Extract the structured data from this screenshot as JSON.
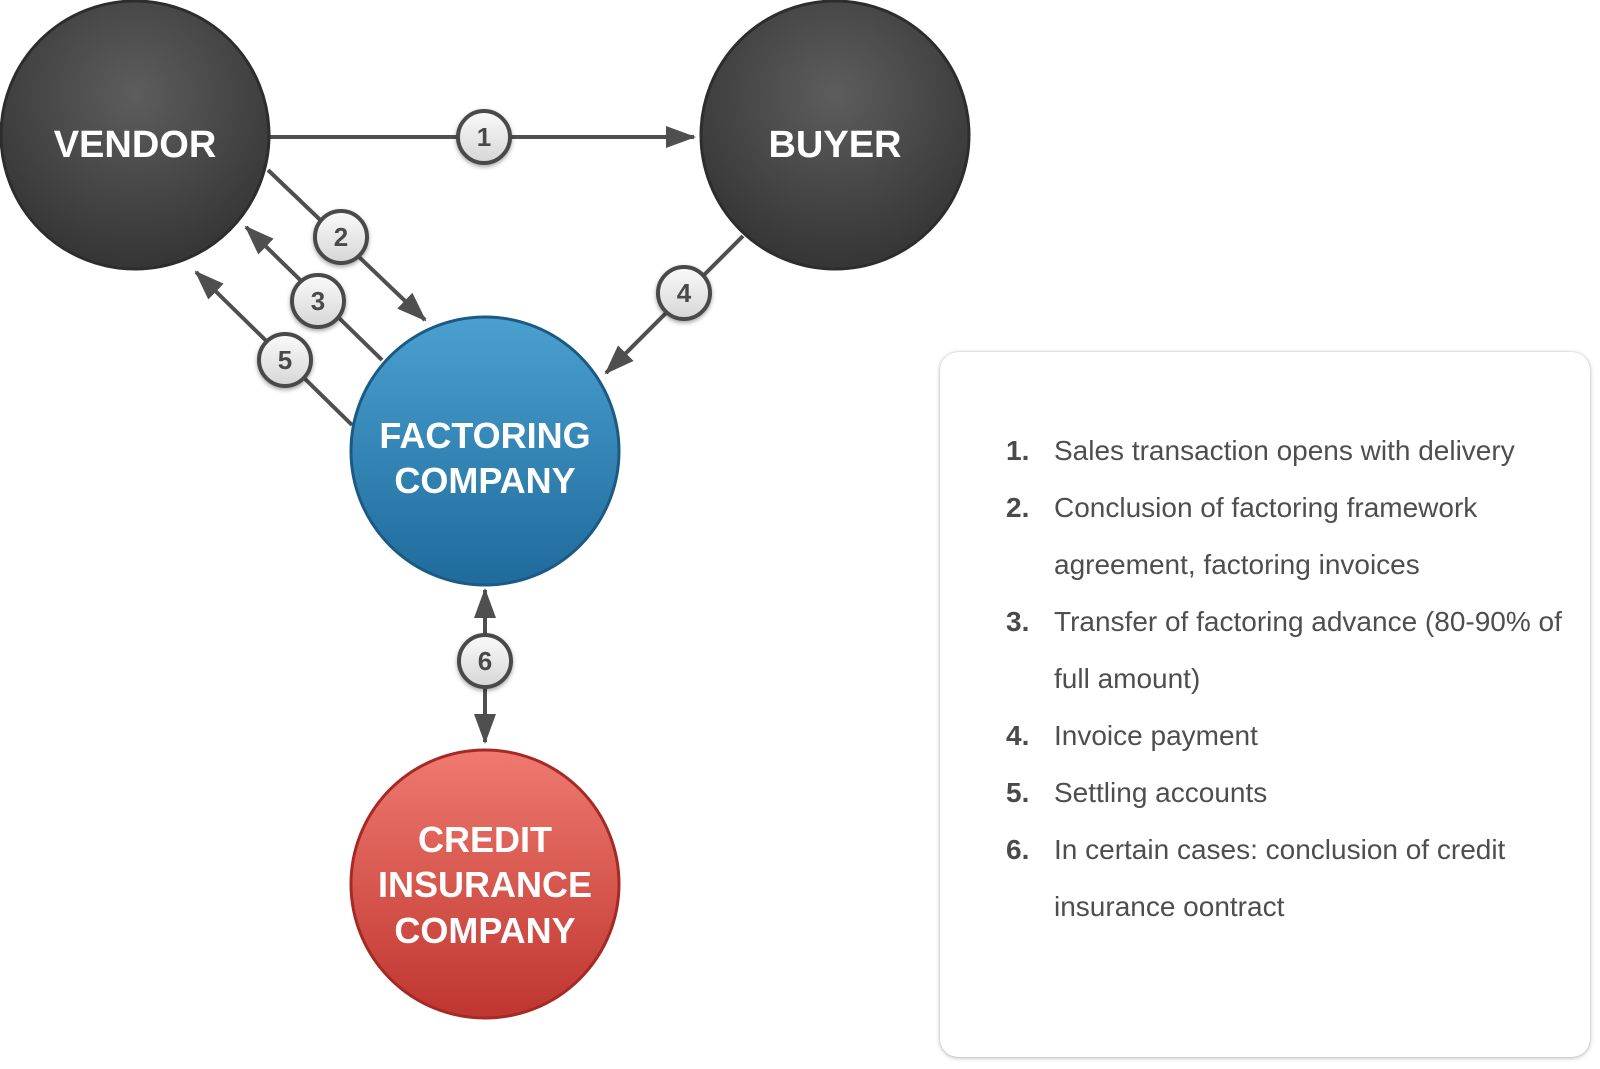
{
  "nodes": {
    "vendor": {
      "lines": [
        "VENDOR"
      ],
      "color": "#444444"
    },
    "buyer": {
      "lines": [
        "BUYER"
      ],
      "color": "#444444"
    },
    "factoring": {
      "lines": [
        "FACTORING",
        "COMPANY"
      ],
      "color": "#2f82b5"
    },
    "insurance": {
      "lines": [
        "CREDIT",
        "INSURANCE",
        "COMPANY"
      ],
      "color": "#d24c44"
    }
  },
  "arrows": [
    {
      "id": "1",
      "label": "1",
      "from": "vendor",
      "to": "buyer"
    },
    {
      "id": "2",
      "label": "2",
      "from": "vendor",
      "to": "factoring"
    },
    {
      "id": "3",
      "label": "3",
      "from": "factoring",
      "to": "vendor"
    },
    {
      "id": "4",
      "label": "4",
      "from": "buyer",
      "to": "factoring"
    },
    {
      "id": "5",
      "label": "5",
      "from": "factoring",
      "to": "vendor"
    },
    {
      "id": "6",
      "label": "6",
      "from": "factoring",
      "to": "insurance",
      "bidirectional": true
    }
  ],
  "legend": {
    "items": [
      {
        "number": "1.",
        "text": "Sales transaction opens with delivery"
      },
      {
        "number": "2.",
        "text": "Conclusion of factoring framework agreement, factoring invoices"
      },
      {
        "number": "3.",
        "text": "Transfer of factoring advance (80-90% of full amount)"
      },
      {
        "number": "4.",
        "text": "Invoice payment"
      },
      {
        "number": "5.",
        "text": "Settling accounts"
      },
      {
        "number": "6.",
        "text": "In certain cases: conclusion of credit insurance oontract"
      }
    ]
  }
}
